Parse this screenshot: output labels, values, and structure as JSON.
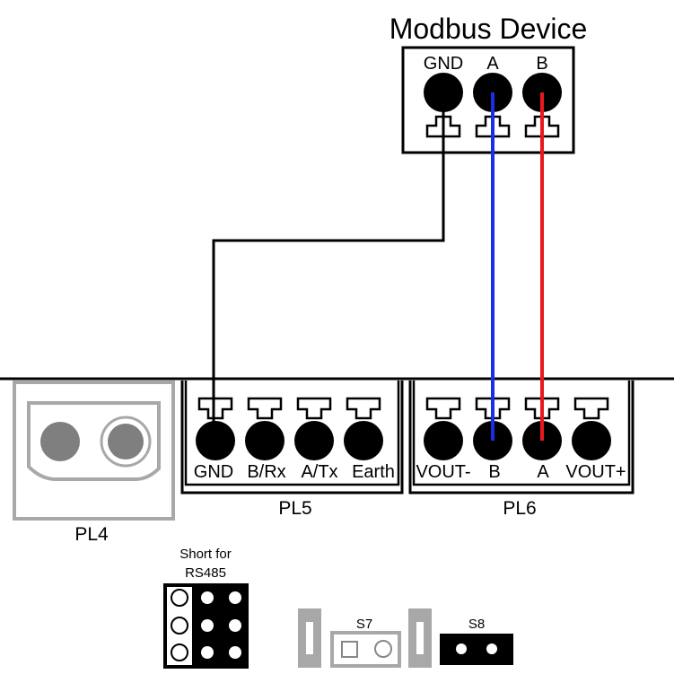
{
  "modbus_device": {
    "title": "Modbus Device",
    "pins": [
      "GND",
      "A",
      "B"
    ]
  },
  "connectors": {
    "pl4": {
      "label": "PL4"
    },
    "pl5": {
      "label": "PL5",
      "pins": [
        "GND",
        "B/Rx",
        "A/Tx",
        "Earth"
      ]
    },
    "pl6": {
      "label": "PL6",
      "pins": [
        "VOUT-",
        "B",
        "A",
        "VOUT+"
      ]
    }
  },
  "jumper_block": {
    "label_line1": "Short for",
    "label_line2": "RS485"
  },
  "switches": {
    "s7": "S7",
    "s8": "S8"
  },
  "wires": [
    {
      "from": "Modbus Device GND",
      "to": "PL5 GND",
      "color": "#000000"
    },
    {
      "from": "Modbus Device A",
      "to": "PL6 B",
      "color": "#1a2ee8"
    },
    {
      "from": "Modbus Device B",
      "to": "PL6 A",
      "color": "#e8181c"
    }
  ],
  "colors": {
    "wire_black": "#000000",
    "wire_blue": "#1a2ee8",
    "wire_red": "#e8181c",
    "pl4_outline": "#a8a8a8",
    "pl4_fill": "#7f7f7f"
  }
}
